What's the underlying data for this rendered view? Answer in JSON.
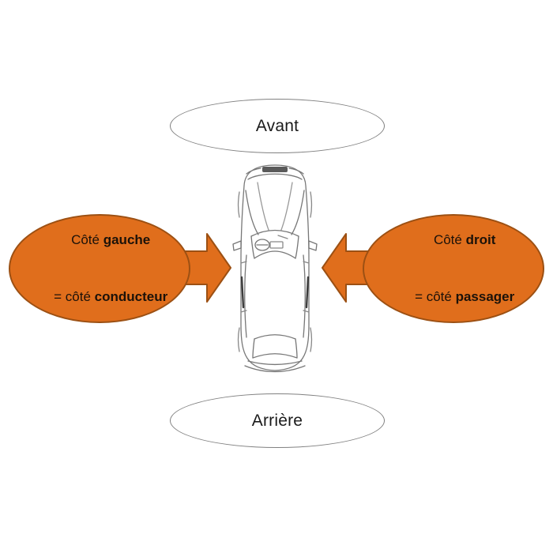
{
  "colors": {
    "orange_fill": "#E06E1C",
    "orange_border": "#9C5013",
    "white_ellipse_border": "#808080",
    "label_text": "#1a1a1a",
    "callout_text": "#1c1209",
    "sketch_stroke": "#777777"
  },
  "front_label": {
    "text": "Avant"
  },
  "rear_label": {
    "text": "Arrière"
  },
  "left_callout": {
    "line1_regular": "Côté ",
    "line1_bold": "gauche",
    "line2_regular": "= côté ",
    "line2_bold": "conducteur"
  },
  "right_callout": {
    "line1_regular": "Côté ",
    "line1_bold": "droit",
    "line2_regular": "= côté ",
    "line2_bold": "passager"
  }
}
